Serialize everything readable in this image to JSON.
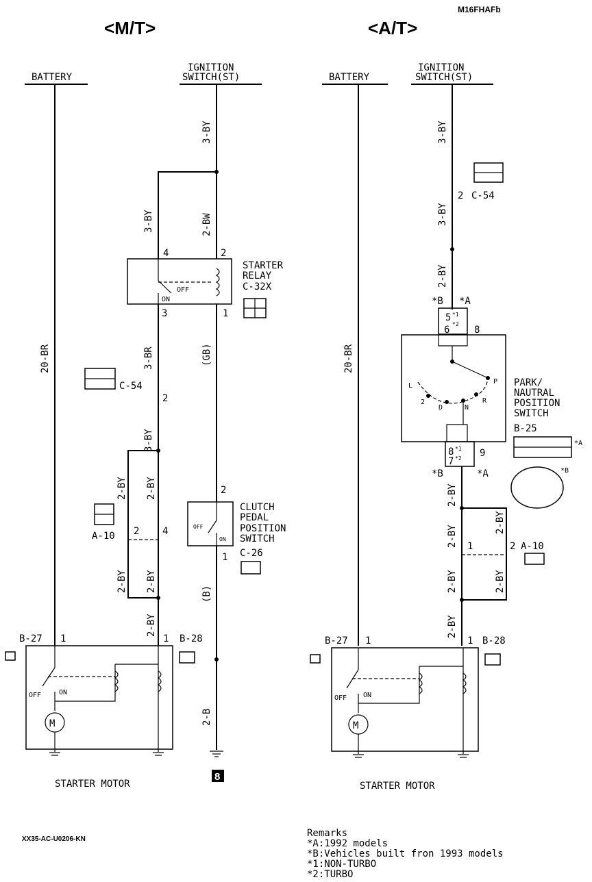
{
  "header": {
    "code": "M16FHAFb",
    "mt_title": "<M/T>",
    "at_title": "<A/T>"
  },
  "mt": {
    "battery": "BATTERY",
    "ignition_line1": "IGNITION",
    "ignition_line2": "SWITCH(ST)",
    "wire_3by_top": "3-BY",
    "wire_3by_left": "3-BY",
    "wire_2bw": "2-BW",
    "wire_20br": "20-BR",
    "wire_3br": "3-BR",
    "wire_gb": "(GB)",
    "wire_3by_mid": "3-BY",
    "wire_2by_a": "2-BY",
    "wire_2by_b": "2-BY",
    "wire_2by_c": "2-BY",
    "wire_2by_d": "2-BY",
    "wire_2by_e": "2-BY",
    "wire_b": "(B)",
    "wire_2b": "2-B",
    "relay_line1": "STARTER",
    "relay_line2": "RELAY",
    "relay_code": "C-32X",
    "relay_off": "OFF",
    "relay_on": "ON",
    "pin_4": "4",
    "pin_2": "2",
    "pin_3": "3",
    "pin_1": "1",
    "c54": "C-54",
    "c54_pin": "2",
    "a10": "A-10",
    "a10_pin2": "2",
    "a10_pin4": "4",
    "clutch_line1": "CLUTCH",
    "clutch_line2": "PEDAL",
    "clutch_line3": "POSITION",
    "clutch_line4": "SWITCH",
    "clutch_code": "C-26",
    "clutch_pin2": "2",
    "clutch_pin1": "1",
    "clutch_off": "OFF",
    "clutch_on": "ON",
    "b27": "B-27",
    "b27_pin": "1",
    "b28": "B-28",
    "b28_pin": "1",
    "motor_off": "OFF",
    "motor_on": "ON",
    "motor_label": "STARTER MOTOR",
    "ground_mark": "8"
  },
  "at": {
    "battery": "BATTERY",
    "ignition_line1": "IGNITION",
    "ignition_line2": "SWITCH(ST)",
    "wire_3by_top": "3-BY",
    "wire_3by_lower": "3-BY",
    "wire_2by_top": "2-BY",
    "wire_20br": "20-BR",
    "c54": "C-54",
    "c54_pin": "2",
    "mark_b_top": "*B",
    "mark_a_top": "*A",
    "pin_5": "5",
    "pin_5_note": "*1",
    "pin_8_note": "*2",
    "pin_6": "6",
    "pin_8": "8",
    "park_line1": "PARK/",
    "park_line2": "NAUTRAL",
    "park_line3": "POSITION",
    "park_line4": "SWITCH",
    "park_code": "B-25",
    "pos_l": "L",
    "pos_2": "2",
    "pos_d": "D",
    "pos_n": "N",
    "pos_r": "R",
    "pos_p": "P",
    "pin_8b": "8",
    "pin_8b_note": "*1",
    "pin_7": "7",
    "pin_7_note": "*2",
    "pin_9": "9",
    "mark_b_bot": "*B",
    "mark_a_bot": "*A",
    "mark_a_conn": "*A",
    "mark_b_conn": "*B",
    "wire_2by_a": "2-BY",
    "wire_2by_b": "2-BY",
    "wire_2by_c": "2-BY",
    "wire_2by_d": "2-BY",
    "wire_2by_e": "2-BY",
    "wire_2by_f": "2-BY",
    "a10": "A-10",
    "a10_pin1": "1",
    "a10_pin2": "2",
    "b27": "B-27",
    "b27_pin": "1",
    "b28": "B-28",
    "b28_pin": "1",
    "motor_off": "OFF",
    "motor_on": "ON",
    "motor_label": "STARTER MOTOR"
  },
  "footer": {
    "code": "XX35-AC-U0206-KN",
    "remarks_title": "Remarks",
    "remark_a": "*A:1992 models",
    "remark_b": "*B:Vehicles built fron 1993 models",
    "remark_1": "*1:NON-TURBO",
    "remark_2": "*2:TURBO"
  }
}
